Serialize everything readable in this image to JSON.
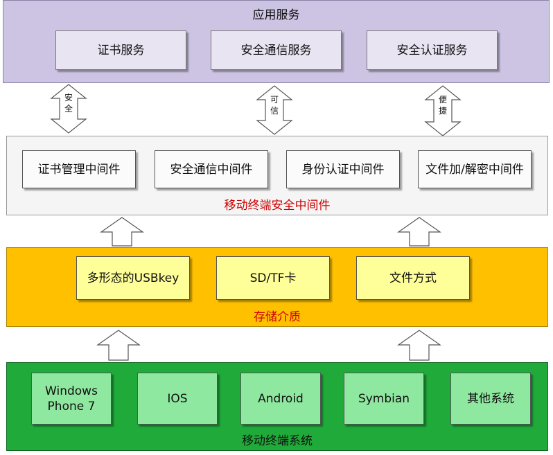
{
  "app_layer": {
    "title": "应用服务",
    "boxes": [
      "证书服务",
      "安全通信服务",
      "安全认证服务"
    ],
    "color": "#cdc4e3"
  },
  "middleware_layer": {
    "title": "移动终端安全中间件",
    "title_color": "#cc0000",
    "boxes": [
      "证书管理中间件",
      "安全通信中间件",
      "身份认证中间件",
      "文件加/解密中间件"
    ]
  },
  "storage_layer": {
    "title": "存储介质",
    "title_color": "#cc0000",
    "boxes": [
      "多形态的USBkey",
      "SD/TF卡",
      "文件方式"
    ],
    "color": "#ffc000"
  },
  "os_layer": {
    "title": "移动终端系统",
    "boxes": [
      "Windows Phone 7",
      "IOS",
      "Android",
      "Symbian",
      "其他系统"
    ],
    "color": "#1faa3a"
  },
  "double_arrows": [
    {
      "chars": [
        "安",
        "全"
      ]
    },
    {
      "chars": [
        "可",
        "信"
      ]
    },
    {
      "chars": [
        "便",
        "捷"
      ]
    }
  ]
}
